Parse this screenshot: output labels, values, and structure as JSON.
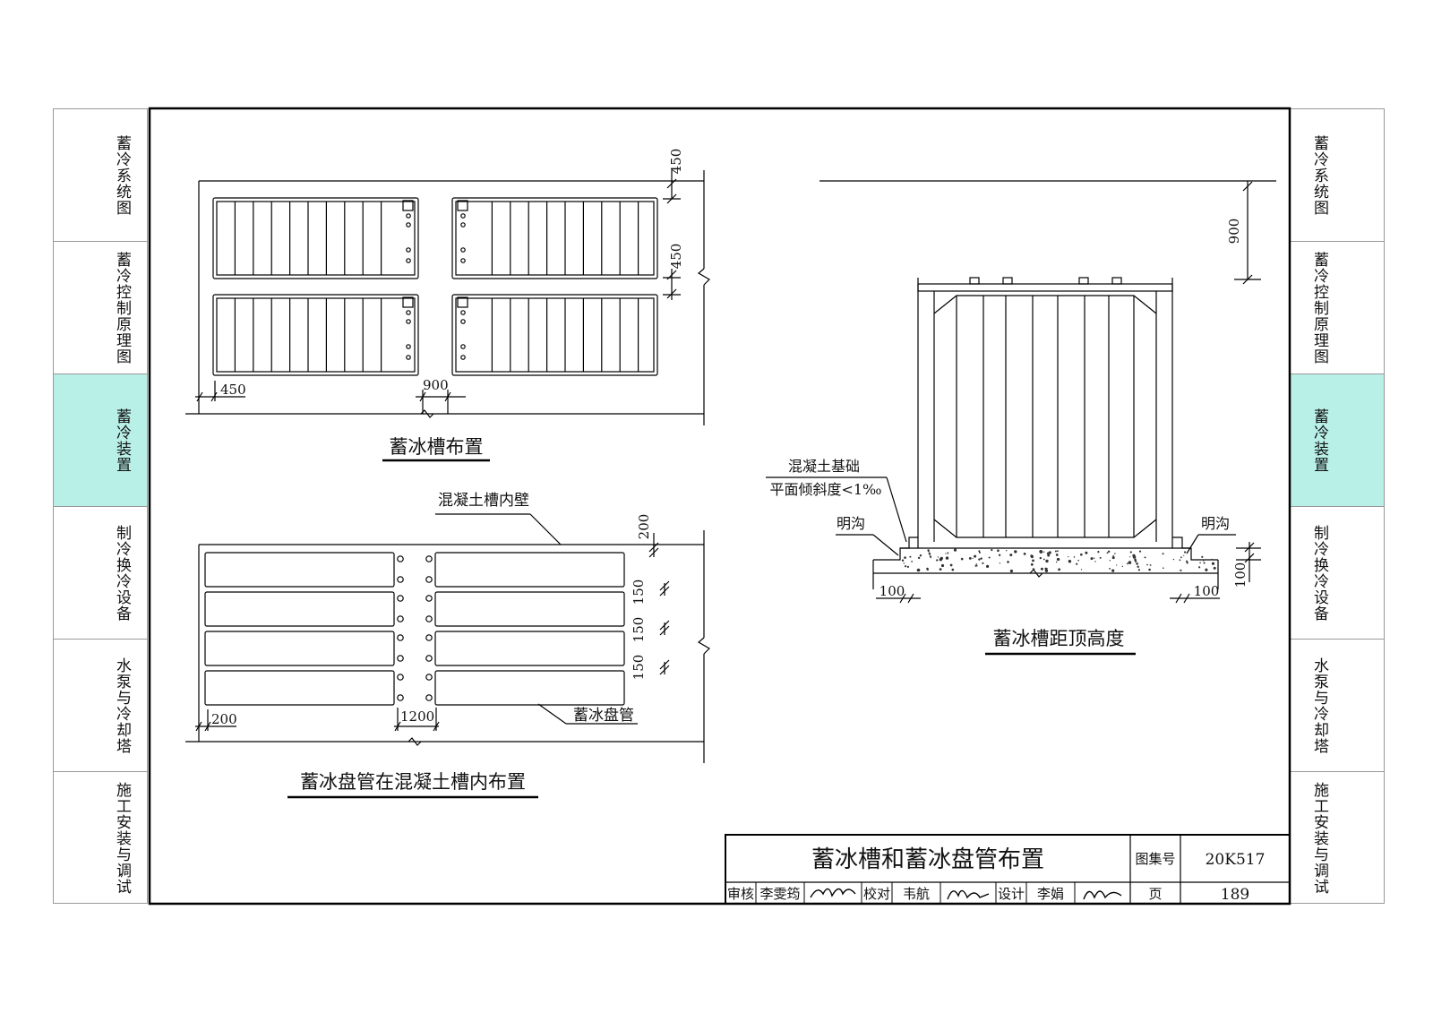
{
  "left_tabs": [
    {
      "label": "蓄冷系统图",
      "active": false
    },
    {
      "label": "蓄冷控制原理图",
      "active": false
    },
    {
      "label": "蓄冷装置",
      "active": true
    },
    {
      "label": "制冷换冷设备",
      "active": false
    },
    {
      "label": "水泵与冷却塔",
      "active": false
    },
    {
      "label": "施工安装与调试",
      "active": false
    }
  ],
  "right_tabs": [
    {
      "label": "蓄冷系统图",
      "active": false
    },
    {
      "label": "蓄冷控制原理图",
      "active": false
    },
    {
      "label": "蓄冷装置",
      "active": true
    },
    {
      "label": "制冷换冷设备",
      "active": false
    },
    {
      "label": "水泵与冷却塔",
      "active": false
    },
    {
      "label": "施工安装与调试",
      "active": false
    }
  ],
  "drawing1": {
    "caption": "蓄冰槽布置",
    "dims": {
      "top_gap": "450",
      "mid_gap": "450",
      "left_gap": "450",
      "center_gap": "900"
    }
  },
  "drawing2": {
    "caption": "蓄冰盘管在混凝土槽内布置",
    "wall_label": "混凝土槽内壁",
    "coil_label": "蓄冰盘管",
    "dims": {
      "top_gap": "200",
      "gap1": "150",
      "gap2": "150",
      "gap3": "150",
      "left_gap": "200",
      "center_gap": "1200"
    }
  },
  "drawing3": {
    "caption": "蓄冰槽距顶高度",
    "base_label_1": "混凝土基础",
    "base_label_2": "平面倾斜度<1‰",
    "trench_left": "明沟",
    "trench_right": "明沟",
    "dims": {
      "top_height": "900",
      "base_height": "100",
      "left_trench": "100",
      "right_trench": "100"
    }
  },
  "title_block": {
    "title": "蓄冰槽和蓄冰盘管布置",
    "atlas_label": "图集号",
    "atlas_no": "20K517",
    "page_label": "页",
    "page_no": "189",
    "review_label": "审核",
    "reviewer": "李雯筠",
    "check_label": "校对",
    "checker": "韦航",
    "design_label": "设计",
    "designer": "李娟"
  }
}
